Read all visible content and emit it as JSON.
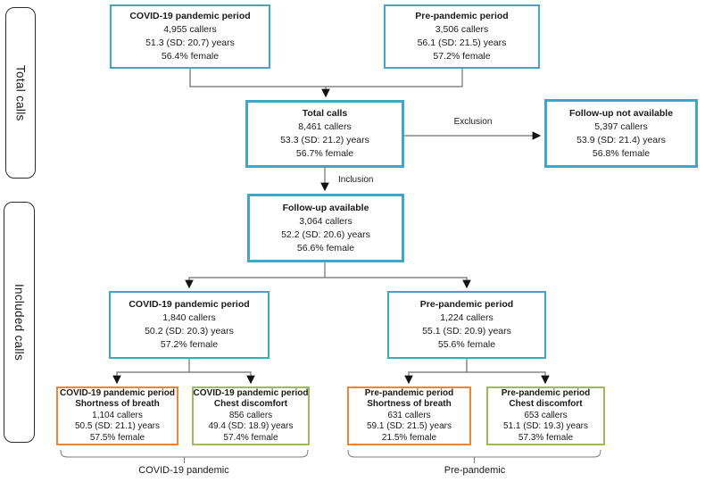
{
  "colors": {
    "box_blue": "#41a6c6",
    "box_orange": "#ee8434",
    "box_green": "#9cbb5d",
    "connector_line": "#6e6e6e",
    "arrowhead": "#141414"
  },
  "sidebar": {
    "total": "Total calls",
    "included": "Included calls"
  },
  "flow_labels": {
    "exclusion": "Exclusion",
    "inclusion": "Inclusion"
  },
  "groups": {
    "covid": "COVID-19 pandemic",
    "pre": "Pre-pandemic"
  },
  "boxes": {
    "covid_top": {
      "title": "COVID-19 pandemic period",
      "callers": "4,955 callers",
      "age": "51.3 (SD: 20.7) years",
      "female": "56.4% female"
    },
    "pre_top": {
      "title": "Pre-pandemic period",
      "callers": "3,506 callers",
      "age": "56.1 (SD: 21.5) years",
      "female": "57.2% female"
    },
    "total": {
      "title": "Total calls",
      "callers": "8,461 callers",
      "age": "53.3 (SD: 21.2) years",
      "female": "56.7% female"
    },
    "fu_not_available": {
      "title": "Follow-up not available",
      "callers": "5,397 callers",
      "age": "53.9 (SD: 21.4) years",
      "female": "56.8% female"
    },
    "fu_available": {
      "title": "Follow-up available",
      "callers": "3,064 callers",
      "age": "52.2 (SD: 20.6) years",
      "female": "56.6% female"
    },
    "covid_mid": {
      "title": "COVID-19 pandemic period",
      "callers": "1,840 callers",
      "age": "50.2 (SD: 20.3) years",
      "female": "57.2% female"
    },
    "pre_mid": {
      "title": "Pre-pandemic period",
      "callers": "1,224 callers",
      "age": "55.1 (SD: 20.9) years",
      "female": "55.6% female"
    },
    "covid_sob": {
      "title": "COVID-19 pandemic period",
      "subtitle": "Shortness of breath",
      "callers": "1,104 callers",
      "age": "50.5 (SD: 21.1) years",
      "female": "57.5% female"
    },
    "covid_cd": {
      "title": "COVID-19 pandemic period",
      "subtitle": "Chest discomfort",
      "callers": "856 callers",
      "age": "49.4 (SD: 18.9) years",
      "female": "57.4% female"
    },
    "pre_sob": {
      "title": "Pre-pandemic period",
      "subtitle": "Shortness of breath",
      "callers": "631 callers",
      "age": "59.1 (SD: 21.5) years",
      "female": "21.5% female"
    },
    "pre_cd": {
      "title": "Pre-pandemic period",
      "subtitle": "Chest discomfort",
      "callers": "653 callers",
      "age": "51.1 (SD: 19.3) years",
      "female": "57.3% female"
    }
  }
}
